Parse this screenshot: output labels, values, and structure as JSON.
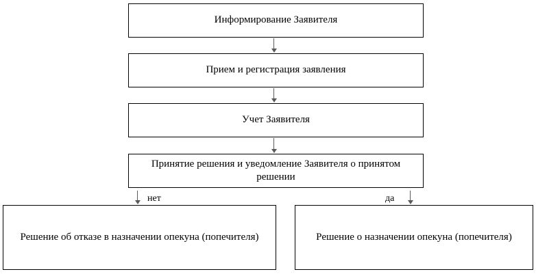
{
  "diagram": {
    "type": "flowchart",
    "orientation": "top-to-bottom",
    "language": "ru",
    "colors": {
      "box_border": "#000000",
      "box_fill": "#ffffff",
      "arrow": "#5a5a5a",
      "text": "#000000",
      "background": "#ffffff"
    },
    "nodes": [
      {
        "id": "inform",
        "label": "Информирование Заявителя",
        "shape": "rectangle",
        "step": 1
      },
      {
        "id": "receive",
        "label": "Прием и регистрация заявления",
        "shape": "rectangle",
        "step": 2
      },
      {
        "id": "account",
        "label": "Учет Заявителя",
        "shape": "rectangle",
        "step": 3
      },
      {
        "id": "decision",
        "label": "Принятие решения и уведомление Заявителя о принятом решении",
        "shape": "rectangle",
        "step": 4
      },
      {
        "id": "refusal",
        "label": "Решение об отказе в назначении опекуна (попечителя)",
        "shape": "rectangle",
        "step": 5
      },
      {
        "id": "appoint",
        "label": "Решение о назначении опекуна (попечителя)",
        "shape": "rectangle",
        "step": 6
      }
    ],
    "edges": [
      {
        "id": "e1",
        "from": "inform",
        "to": "receive",
        "label": "",
        "marker": "arrow-down-icon"
      },
      {
        "id": "e2",
        "from": "receive",
        "to": "account",
        "label": "",
        "marker": "arrow-down-icon"
      },
      {
        "id": "e3",
        "from": "account",
        "to": "decision",
        "label": "",
        "marker": "arrow-down-icon"
      },
      {
        "id": "e4",
        "from": "decision",
        "to": "refusal",
        "label": "нет",
        "marker": "arrow-down-icon"
      },
      {
        "id": "e5",
        "from": "decision",
        "to": "appoint",
        "label": "да",
        "marker": "arrow-down-icon"
      }
    ]
  }
}
